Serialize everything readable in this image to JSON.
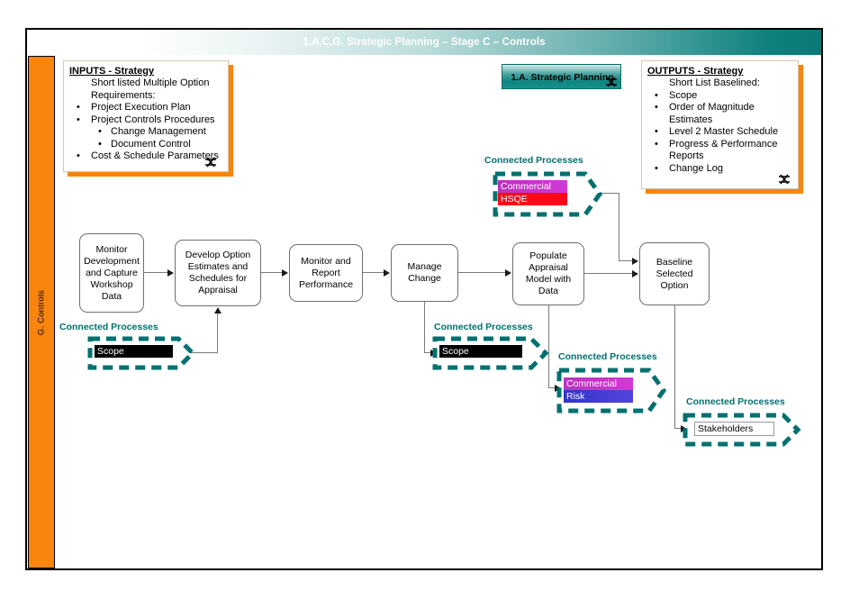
{
  "header": {
    "title": "1.A.C.G. Strategic Planning – Stage C – Controls"
  },
  "rail": {
    "label": "G. Controls"
  },
  "chip": {
    "label": "1.A. Strategic Planning",
    "icon": "link-icon"
  },
  "inputs_panel": {
    "title": "INPUTS - Strategy",
    "subtitle_line1": "Short listed Multiple Option",
    "subtitle_line2": "Requirements:",
    "items": [
      {
        "bullet": "•",
        "text": "Project Execution Plan",
        "level": 1
      },
      {
        "bullet": "•",
        "text": "Project Controls Procedures",
        "level": 1
      },
      {
        "bullet": "•",
        "text": "Change Management",
        "level": 2
      },
      {
        "bullet": "•",
        "text": "Document Control",
        "level": 2
      },
      {
        "bullet": "•",
        "text": "Cost & Schedule Parameters",
        "level": 1
      }
    ],
    "icon": "link-icon"
  },
  "outputs_panel": {
    "title": "OUTPUTS - Strategy",
    "subtitle_line1": "Short List Baselined:",
    "items": [
      {
        "bullet": "•",
        "text": "Scope",
        "level": 1
      },
      {
        "bullet": "•",
        "text": "Order of Magnitude",
        "level": 1,
        "cont": "Estimates"
      },
      {
        "bullet": "•",
        "text": "Level 2 Master Schedule",
        "level": 1
      },
      {
        "bullet": "•",
        "text": "Progress & Performance",
        "level": 1,
        "cont": "Reports"
      },
      {
        "bullet": "•",
        "text": "Change Log",
        "level": 1
      }
    ],
    "icon": "link-icon"
  },
  "process_boxes": [
    {
      "id": "monitor-development",
      "label": "Monitor Development and Capture Workshop Data"
    },
    {
      "id": "develop-option-estimates",
      "label": "Develop Option Estimates and Schedules for Appraisal"
    },
    {
      "id": "monitor-report-performance",
      "label": "Monitor and Report Performance"
    },
    {
      "id": "manage-change",
      "label": "Manage Change"
    },
    {
      "id": "populate-appraisal-model",
      "label": "Populate Appraisal Model with Data"
    },
    {
      "id": "baseline-selected-option",
      "label": "Baseline Selected Option"
    }
  ],
  "connected_groups": [
    {
      "id": "cp-hsqe",
      "title": "Connected Processes",
      "tags": [
        {
          "label": "Commercial",
          "style": "commercial"
        },
        {
          "label": "HSQE",
          "style": "hsqe"
        }
      ]
    },
    {
      "id": "cp-scope-left",
      "title": "Connected Processes",
      "tags": [
        {
          "label": "Scope",
          "style": "black"
        }
      ]
    },
    {
      "id": "cp-scope-mid",
      "title": "Connected Processes",
      "tags": [
        {
          "label": "Scope",
          "style": "black"
        }
      ]
    },
    {
      "id": "cp-risk",
      "title": "Connected Processes",
      "tags": [
        {
          "label": "Commercial",
          "style": "commercial"
        },
        {
          "label": "Risk",
          "style": "risk"
        }
      ]
    },
    {
      "id": "cp-stakeholders",
      "title": "Connected Processes",
      "tags": [
        {
          "label": "Stakeholders",
          "style": "white"
        }
      ]
    }
  ],
  "colors": {
    "orange": "#F9840E",
    "teal": "#00716E",
    "teal_dark": "#0E8582",
    "magenta": "#CC33CC",
    "red": "#FA0A19",
    "blue": "#3333CC",
    "black": "#000000"
  }
}
